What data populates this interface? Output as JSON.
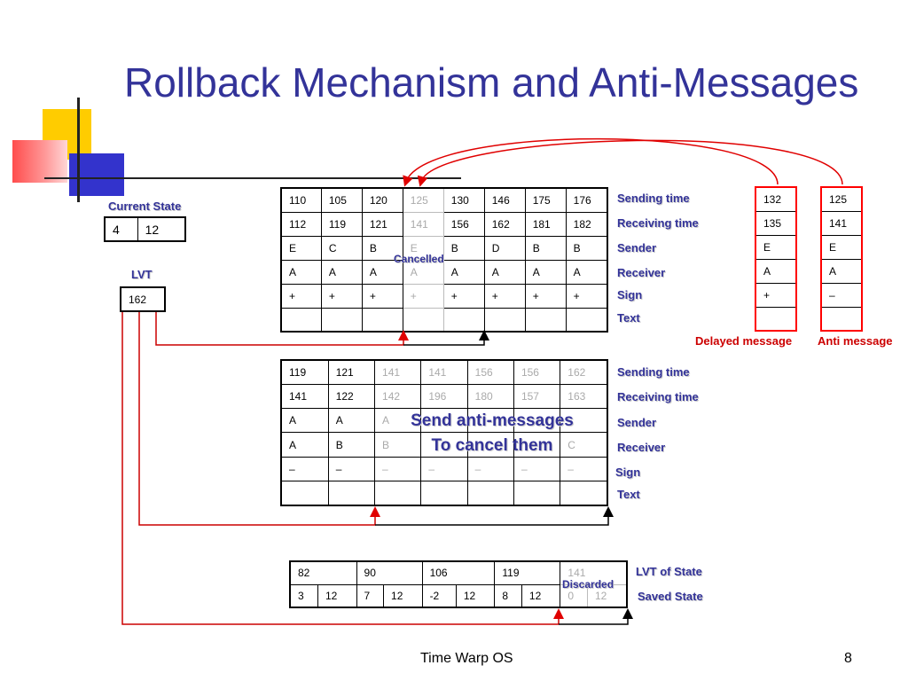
{
  "slide": {
    "title": "Rollback Mechanism and Anti-Messages",
    "footer_left": "Time Warp OS",
    "page_number": "8"
  },
  "current_state": {
    "label": "Current State",
    "values": [
      "4",
      "12"
    ]
  },
  "lvt": {
    "label": "LVT",
    "value": "162"
  },
  "input_queue": {
    "rows": [
      [
        "110",
        "105",
        "120",
        "125",
        "130",
        "146",
        "175",
        "176"
      ],
      [
        "112",
        "119",
        "121",
        "141",
        "156",
        "162",
        "181",
        "182"
      ],
      [
        "E",
        "C",
        "B",
        "E",
        "B",
        "D",
        "B",
        "B"
      ],
      [
        "A",
        "A",
        "A",
        "A",
        "A",
        "A",
        "A",
        "A"
      ],
      [
        "+",
        "+",
        "+",
        "+",
        "+",
        "+",
        "+",
        "+"
      ],
      [
        "",
        "",
        "",
        "",
        "",
        "",
        "",
        ""
      ]
    ],
    "row_labels": [
      "Sending time",
      "Receiving time",
      "Sender",
      "Receiver",
      "Sign",
      "Text"
    ],
    "cancelled_label": "Cancelled"
  },
  "delayed_message": {
    "label": "Delayed message",
    "values": [
      "132",
      "135",
      "E",
      "A",
      "+",
      ""
    ]
  },
  "anti_message": {
    "label": "Anti message",
    "values": [
      "125",
      "141",
      "E",
      "A",
      "–",
      ""
    ]
  },
  "output_queue": {
    "rows": [
      [
        "119",
        "121",
        "141",
        "141",
        "156",
        "156",
        "162"
      ],
      [
        "141",
        "122",
        "142",
        "196",
        "180",
        "157",
        "163"
      ],
      [
        "A",
        "A",
        "A",
        "",
        "",
        "",
        ""
      ],
      [
        "A",
        "B",
        "B",
        "",
        "",
        "",
        "C"
      ],
      [
        "–",
        "–",
        "–",
        "–",
        "–",
        "–",
        "–"
      ],
      [
        "",
        "",
        "",
        "",
        "",
        "",
        ""
      ]
    ],
    "row_labels": [
      "Sending time",
      "Receiving time",
      "Sender",
      "Receiver",
      "Sign",
      "Text"
    ],
    "overlay_line1": "Send anti-messages",
    "overlay_line2": "To cancel them"
  },
  "state_queue": {
    "lvt_values": [
      "82",
      "90",
      "106",
      "119",
      "141"
    ],
    "state_values": [
      "3",
      "12",
      "7",
      "12",
      "-2",
      "12",
      "8",
      "12",
      "0",
      "12"
    ],
    "lvt_label": "LVT of State",
    "saved_label": "Saved State",
    "discarded_label": "Discarded"
  }
}
